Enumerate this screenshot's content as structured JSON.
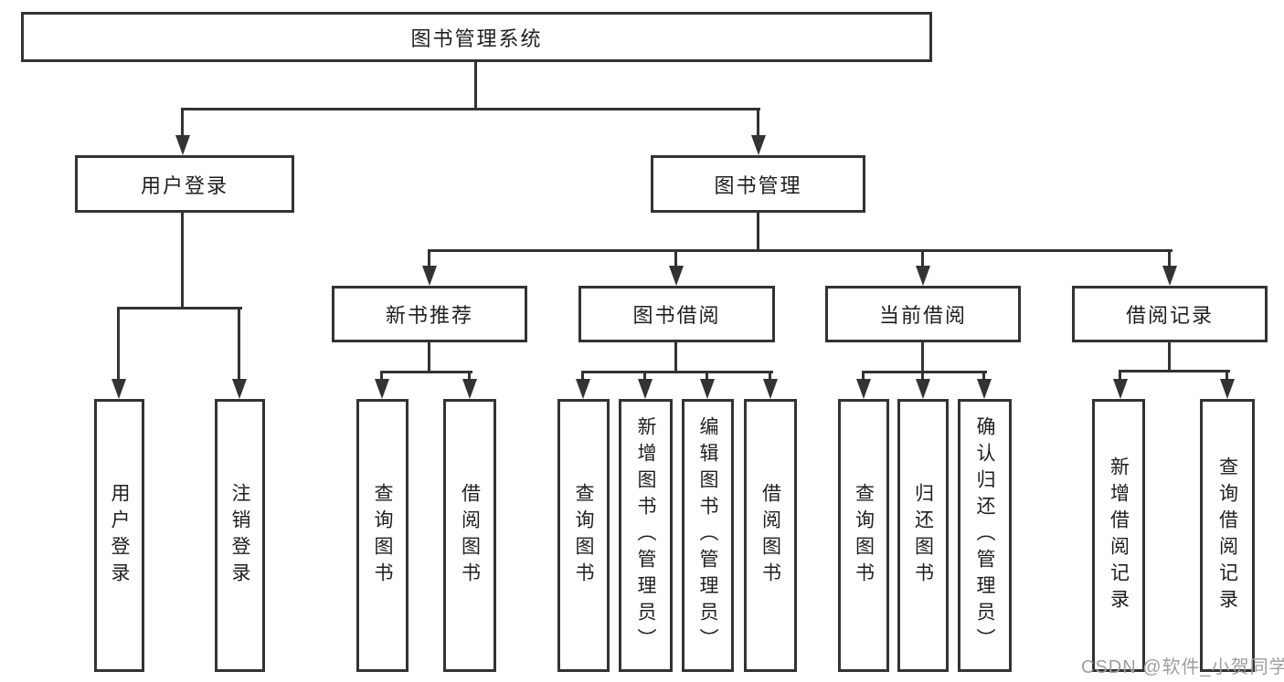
{
  "colors": {
    "line": "#333333",
    "text": "#1f1f1f",
    "watermark": "#9e9e9e"
  },
  "watermark": "CSDN @软件_小贺同学",
  "tree": {
    "root": "图书管理系统",
    "branches": [
      {
        "label": "用户登录",
        "leaves": [
          "用户登录",
          "注销登录"
        ]
      },
      {
        "label": "图书管理",
        "groups": [
          {
            "label": "新书推荐",
            "leaves": [
              "查询图书",
              "借阅图书"
            ]
          },
          {
            "label": "图书借阅",
            "leaves": [
              "查询图书",
              "新增图书（管理员）",
              "编辑图书（管理员）",
              "借阅图书"
            ]
          },
          {
            "label": "当前借阅",
            "leaves": [
              "查询图书",
              "归还图书",
              "确认归还（管理员）"
            ]
          },
          {
            "label": "借阅记录",
            "leaves": [
              "新增借阅记录",
              "查询借阅记录"
            ]
          }
        ]
      }
    ]
  }
}
